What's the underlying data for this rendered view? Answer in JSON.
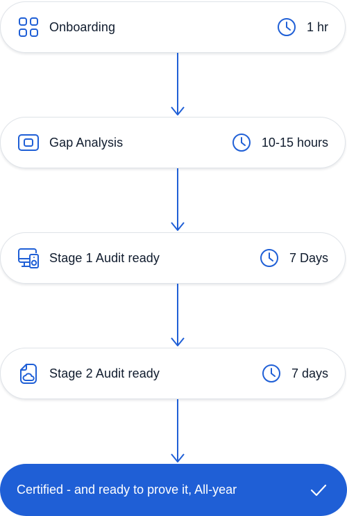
{
  "accent_color": "#1f5fd6",
  "steps": [
    {
      "title": "Onboarding",
      "duration": "1 hr",
      "icon": "grid-icon"
    },
    {
      "title": "Gap Analysis",
      "duration": "10-15 hours",
      "icon": "screen-icon"
    },
    {
      "title": "Stage 1 Audit ready",
      "duration": "7 Days",
      "icon": "monitor-speaker-icon"
    },
    {
      "title": "Stage 2 Audit ready",
      "duration": "7 days",
      "icon": "cloud-file-icon"
    }
  ],
  "final": {
    "label": "Certified - and ready to prove it, All-year",
    "icon": "check-icon"
  }
}
